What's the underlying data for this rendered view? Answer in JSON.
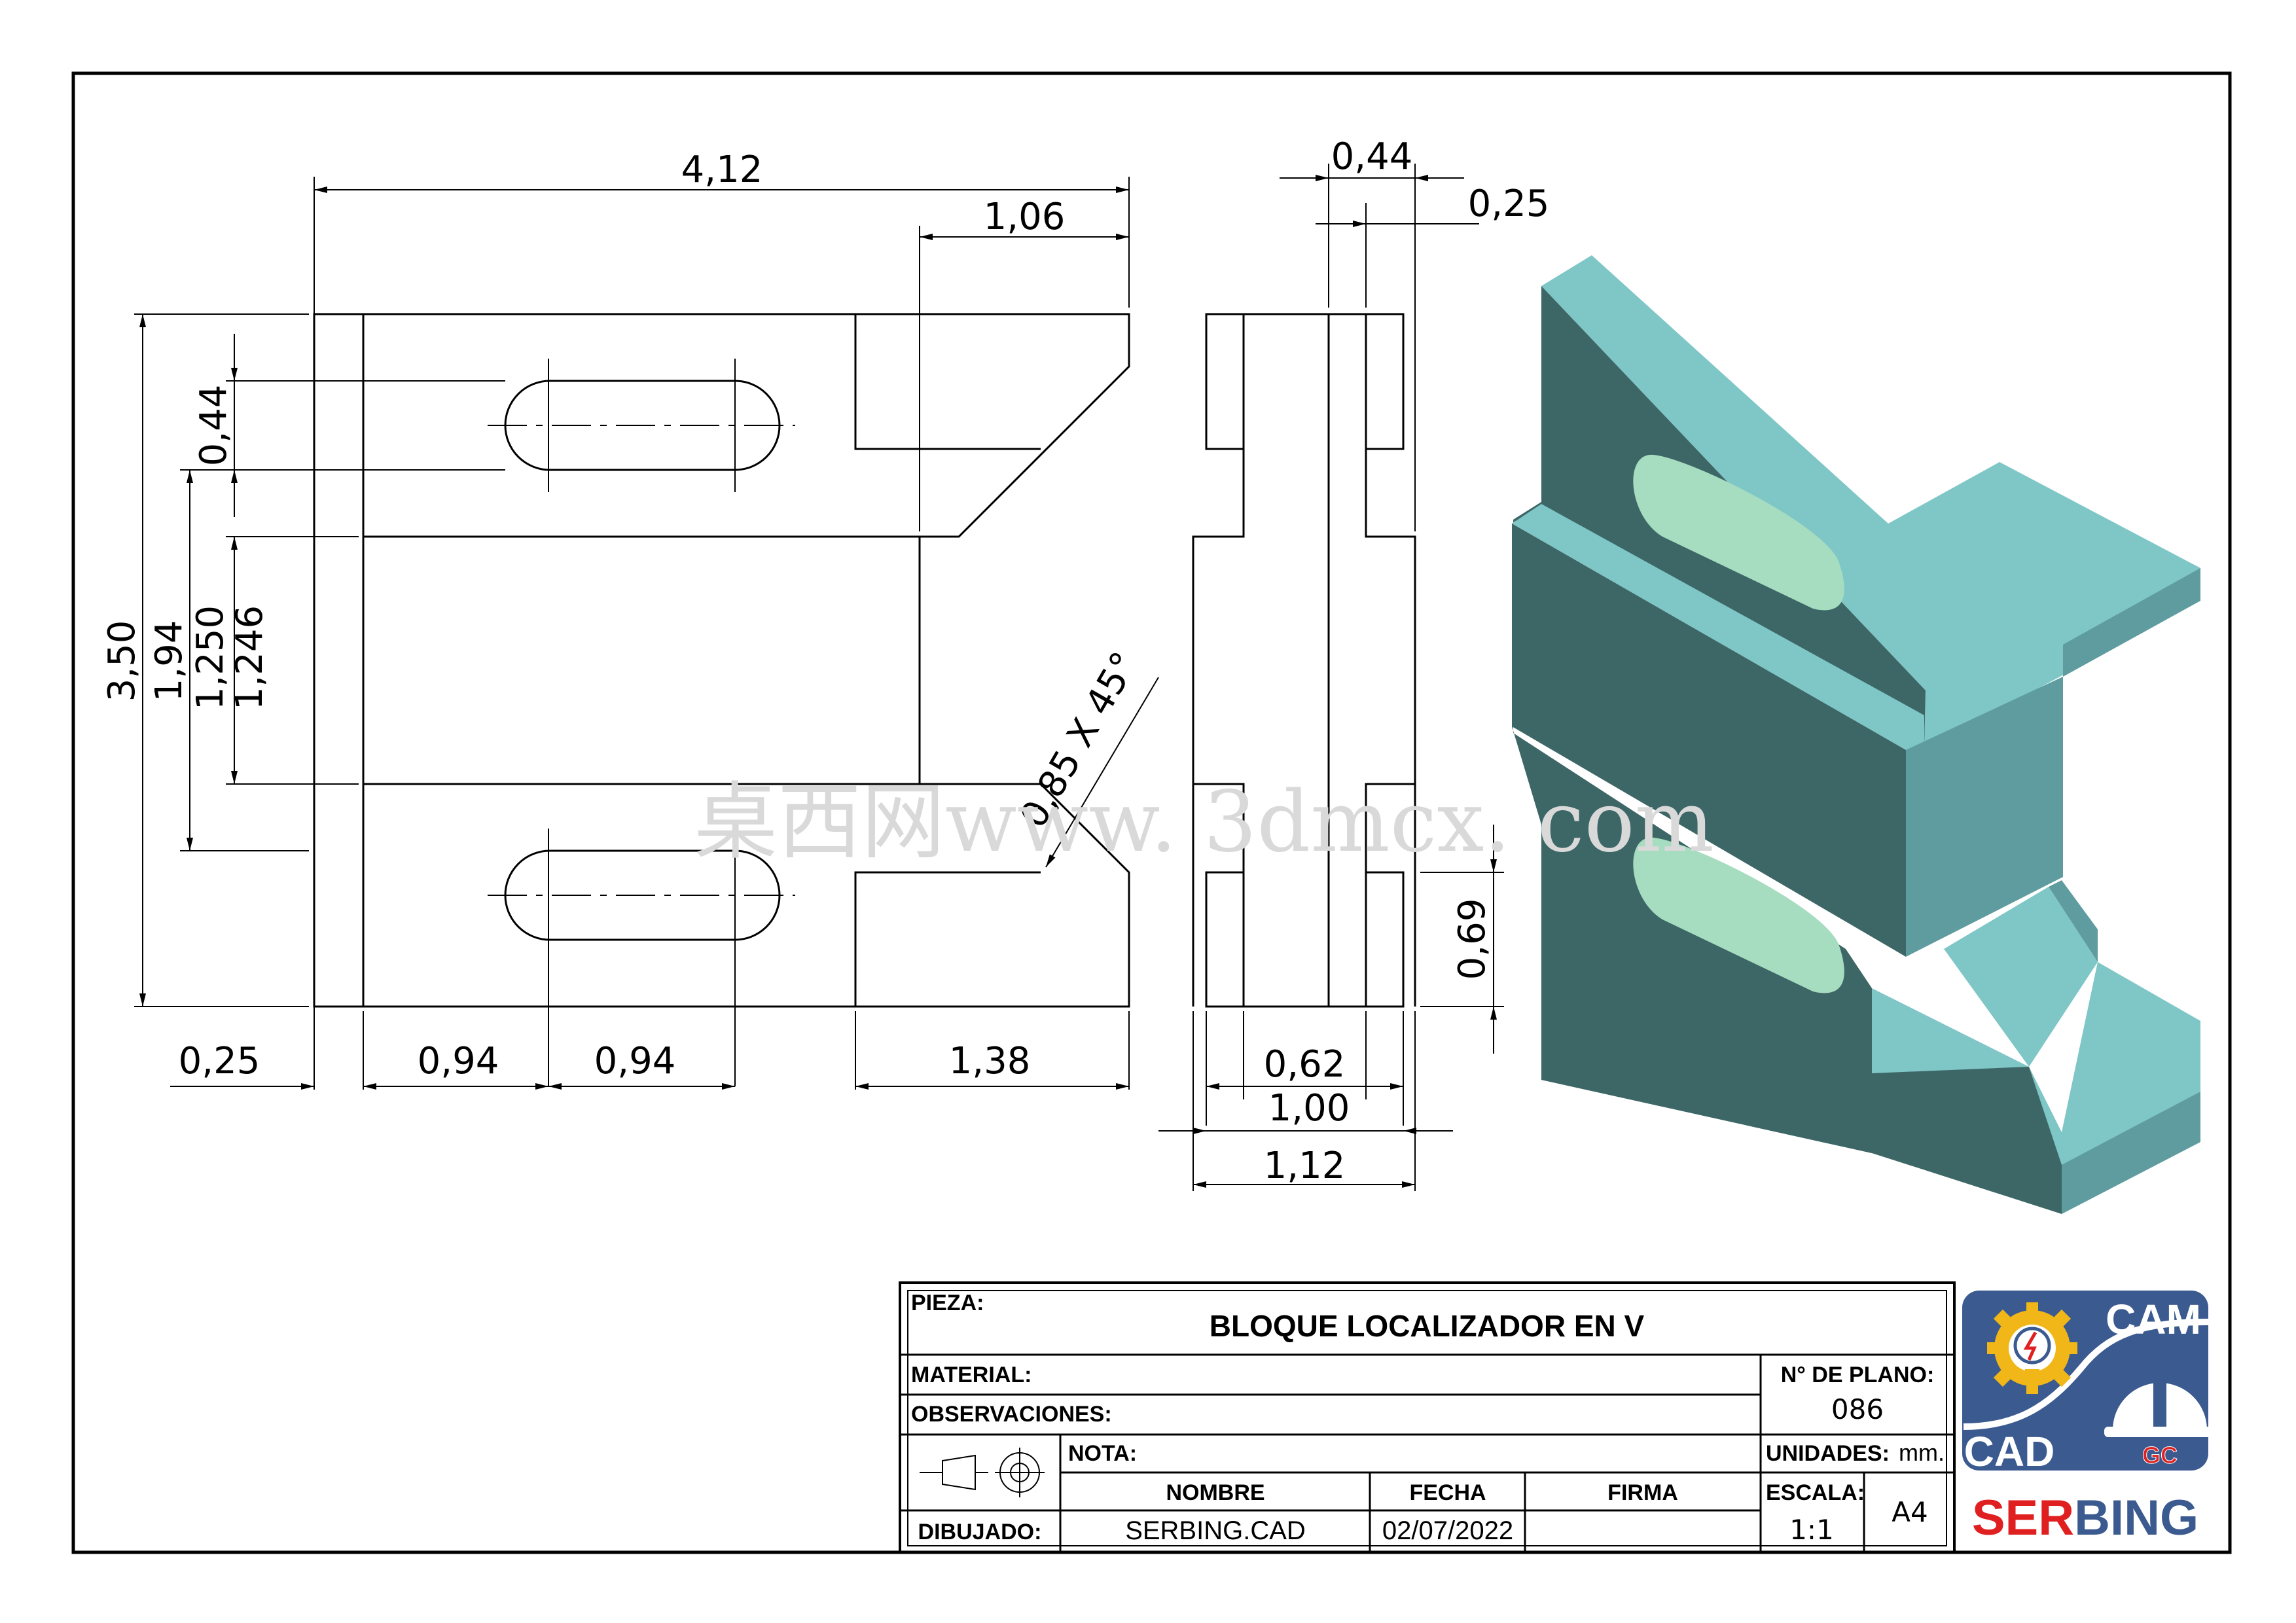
{
  "drawing": {
    "dimensions": {
      "overall_length": "4,12",
      "slot_offset_right": "1,06",
      "side_width_top": "0,44",
      "side_step": "0,25",
      "slot_width": "0,44",
      "overall_height": "3,50",
      "slot_spacing": "1,94",
      "v_width_max": "1,250",
      "v_width_min": "1,246",
      "chamfer": "0,85 X 45°",
      "side_v_depth": "0,69",
      "left_step": "0,25",
      "hole_pitch_1": "0,94",
      "hole_pitch_2": "0,94",
      "v_length": "1,38",
      "side_center": "0,62",
      "side_body": "1,00",
      "side_total": "1,12"
    },
    "watermark": "桌西网www. 3dmcx. com",
    "model_colors": {
      "light": "#7fc6c7",
      "mid": "#5f9c9f",
      "dark": "#3d6766",
      "slot": "#a6dcc0"
    }
  },
  "title_block": {
    "pieza_label": "PIEZA:",
    "pieza_value": "BLOQUE LOCALIZADOR EN V",
    "material_label": "MATERIAL:",
    "observaciones_label": "OBSERVACIONES:",
    "nota_label": "NOTA:",
    "plano_label": "N° DE PLANO:",
    "plano_value": "086",
    "unidades_label": "UNIDADES:",
    "unidades_value": "mm.",
    "nombre_header": "NOMBRE",
    "fecha_header": "FECHA",
    "firma_header": "FIRMA",
    "escala_label": "ESCALA:",
    "escala_value": "1:1",
    "size_value": "A4",
    "dibujado_label": "DIBUJADO:",
    "dibujado_name": "SERBING.CAD",
    "dibujado_date": "02/07/2022",
    "dibujado_firma": ""
  },
  "logo": {
    "cam_text": "CAM",
    "cad_text": "CAD",
    "brand_part1": "SER",
    "brand_part2": "BING",
    "badge_text": "GC",
    "colors": {
      "blue": "#3b5a8f",
      "red": "#e02020",
      "gold": "#f1b617"
    }
  }
}
